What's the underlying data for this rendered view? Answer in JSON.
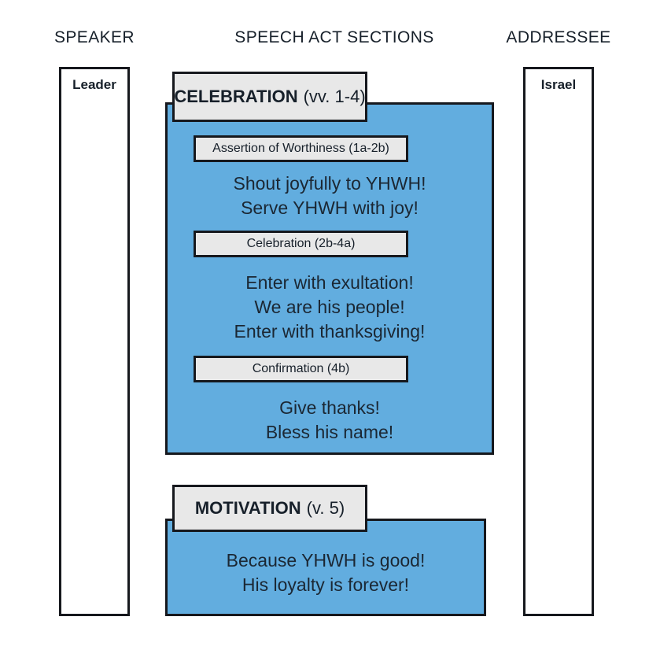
{
  "headings": {
    "speaker": "SPEAKER",
    "sections": "SPEECH ACT SECTIONS",
    "addressee": "ADDRESSEE"
  },
  "participants": {
    "speaker": "Leader",
    "addressee": "Israel"
  },
  "colors": {
    "panel_blue": "#62addf",
    "label_grey": "#e8e8e8",
    "outline": "#16181d",
    "text": "#1b2733",
    "background": "#ffffff"
  },
  "sections": [
    {
      "title": "CELEBRATION",
      "reference": "(vv. 1-4)",
      "subsections": [
        {
          "label": "Assertion of Worthiness (1a-2b)",
          "lines": [
            "Shout joyfully to YHWH!",
            "Serve YHWH with joy!"
          ]
        },
        {
          "label": "Celebration (2b-4a)",
          "lines": [
            "Enter with exultation!",
            "We are his people!",
            "Enter with thanksgiving!"
          ]
        },
        {
          "label": "Confirmation (4b)",
          "lines": [
            "Give thanks!",
            "Bless his name!"
          ]
        }
      ]
    },
    {
      "title": "MOTIVATION",
      "reference": "(v. 5)",
      "subsections": [
        {
          "label": "",
          "lines": [
            "Because YHWH is good!",
            "His loyalty is forever!"
          ]
        }
      ]
    }
  ]
}
